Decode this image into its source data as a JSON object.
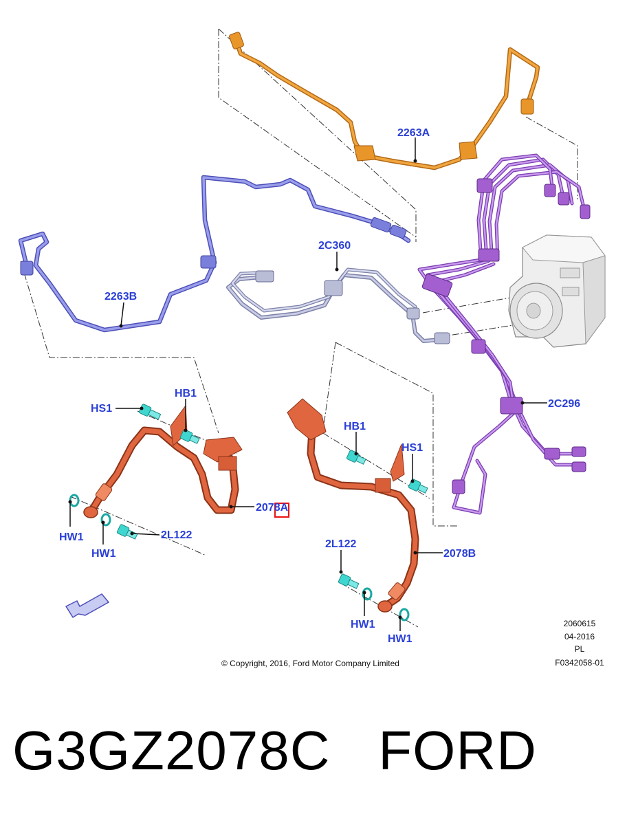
{
  "callouts": {
    "pipe_orange": "2263A",
    "pipe_blue": "2263B",
    "pipe_grey": "2C360",
    "pipe_purple": "2C296",
    "hose_left": "2078A",
    "hose_right": "2078B",
    "hs1_left": "HS1",
    "hb1_left": "HB1",
    "hw1_left_a": "HW1",
    "hw1_left_b": "HW1",
    "bolt_left": "2L122",
    "hb1_right": "HB1",
    "hs1_right": "HS1",
    "bolt_right": "2L122",
    "hw1_right_a": "HW1",
    "hw1_right_b": "HW1"
  },
  "meta": {
    "code": "2060615",
    "date": "04-2016",
    "lang": "PL",
    "ref": "F0342058-01",
    "copyright": "© Copyright, 2016, Ford Motor Company Limited"
  },
  "caption": {
    "part_number": "G3GZ2078C",
    "brand": "FORD"
  },
  "colors": {
    "orange_pipe": "#e8952a",
    "blue_pipe": "#7b7fdc",
    "grey_pipe": "#b9bdd6",
    "purple_pipe": "#a35fd0",
    "hose": "#e0663f",
    "hardware": "#3fd6d0",
    "label": "#2a3fd6"
  }
}
